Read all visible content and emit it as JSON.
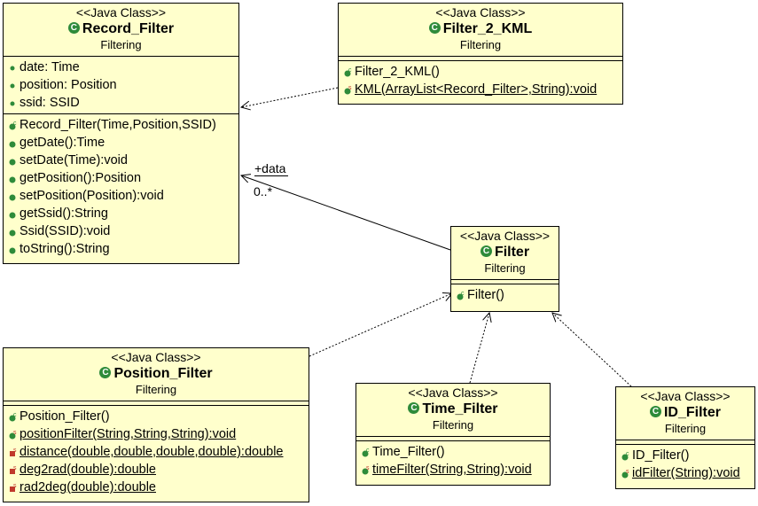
{
  "classes": {
    "record_filter": {
      "stereotype": "<<Java Class>>",
      "name": "Record_Filter",
      "package": "Filtering",
      "fields": [
        "date: Time",
        "position: Position",
        "ssid: SSID"
      ],
      "methods": [
        "Record_Filter(Time,Position,SSID)",
        "getDate():Time",
        "setDate(Time):void",
        "getPosition():Position",
        "setPosition(Position):void",
        "getSsid():String",
        "Ssid(SSID):void",
        "toString():String"
      ]
    },
    "filter_2_kml": {
      "stereotype": "<<Java Class>>",
      "name": "Filter_2_KML",
      "package": "Filtering",
      "methods": [
        "Filter_2_KML()",
        "KML(ArrayList<Record_Filter>,String):void"
      ]
    },
    "filter": {
      "stereotype": "<<Java Class>>",
      "name": "Filter",
      "package": "Filtering",
      "methods": [
        "Filter()"
      ]
    },
    "position_filter": {
      "stereotype": "<<Java Class>>",
      "name": "Position_Filter",
      "package": "Filtering",
      "methods": [
        "Position_Filter()",
        "positionFilter(String,String,String):void",
        "distance(double,double,double,double):double",
        "deg2rad(double):double",
        "rad2deg(double):double"
      ]
    },
    "time_filter": {
      "stereotype": "<<Java Class>>",
      "name": "Time_Filter",
      "package": "Filtering",
      "methods": [
        "Time_Filter()",
        "timeFilter(String,String):void"
      ]
    },
    "id_filter": {
      "stereotype": "<<Java Class>>",
      "name": "ID_Filter",
      "package": "Filtering",
      "methods": [
        "ID_Filter()",
        "idFilter(String):void"
      ]
    }
  },
  "association": {
    "role": "+data",
    "multiplicity": "0..*"
  },
  "colors": {
    "class_fill": "#ffffcc",
    "icon_green": "#2e8b3a",
    "static_red": "#c0392b"
  }
}
